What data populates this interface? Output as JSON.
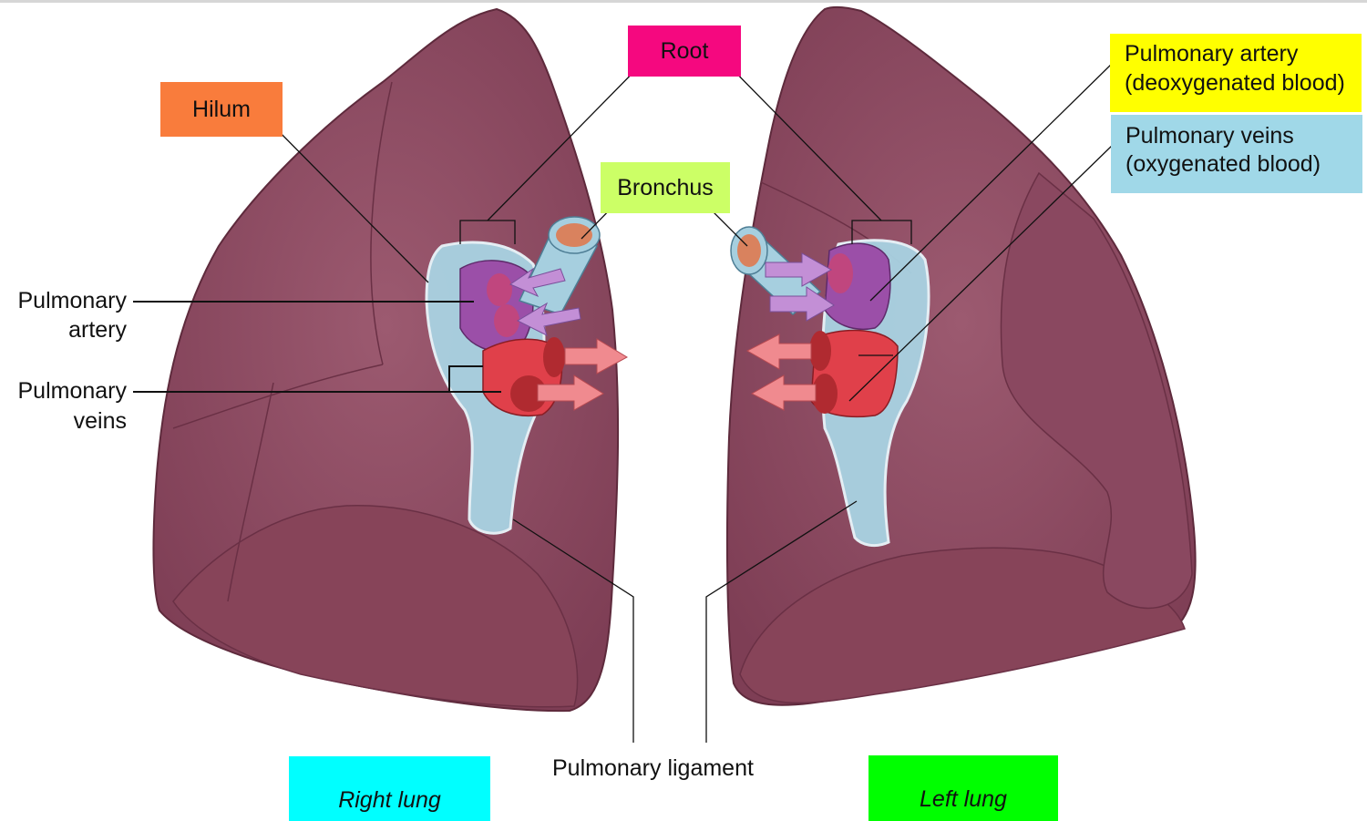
{
  "labels": {
    "hilum": "Hilum",
    "root": "Root",
    "bronchus": "Bronchus",
    "pulmonary_artery_left": [
      "Pulmonary",
      "artery"
    ],
    "pulmonary_veins_left": [
      "Pulmonary",
      "veins"
    ],
    "pulmonary_artery_right": [
      "Pulmonary artery",
      "(deoxygenated blood)"
    ],
    "pulmonary_veins_right": [
      "Pulmonary veins",
      "(oxygenated blood)"
    ],
    "pulmonary_ligament": "Pulmonary ligament",
    "right_lung": "Right lung",
    "left_lung": "Left lung"
  },
  "colors": {
    "hilum_box": "#f97c3c",
    "root_box": "#f5087f",
    "bronchus_box": "#ccff66",
    "artery_box": "#ffff00",
    "veins_box": "#a0d8e8",
    "right_lung_box": "#00ffff",
    "left_lung_box": "#00ff00",
    "lung_tissue": "#8e4c62",
    "artery": "#9b4fa8",
    "vein": "#e0404a",
    "pleura": "#a9d3e3"
  }
}
